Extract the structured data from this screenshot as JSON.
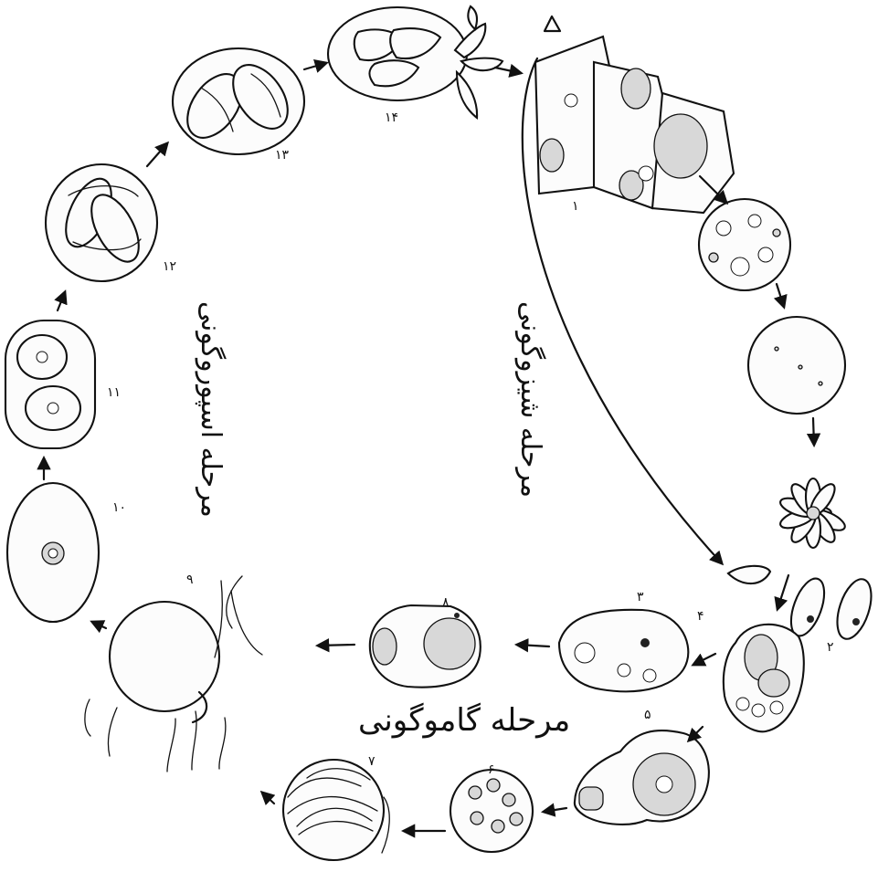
{
  "diagram": {
    "stage_titles": {
      "gamogony": "مرحله گاموگونی",
      "schizogony": "مرحله شیزوگونی",
      "sporogony": "مرحله اسپوروگونی"
    },
    "labels": {
      "s1": "۱",
      "s2": "۲",
      "s3": "۳",
      "s4": "۴",
      "s5": "۵",
      "s6": "۶",
      "s7": "۷",
      "s8": "۸",
      "s9": "۹",
      "s10": "۱۰",
      "s11": "۱۱",
      "s12": "۱۲",
      "s13": "۱۳",
      "s14": "۱۴"
    },
    "colors": {
      "ink": "#111111",
      "paper": "#ffffff",
      "shade": "#d8d8d8"
    }
  }
}
